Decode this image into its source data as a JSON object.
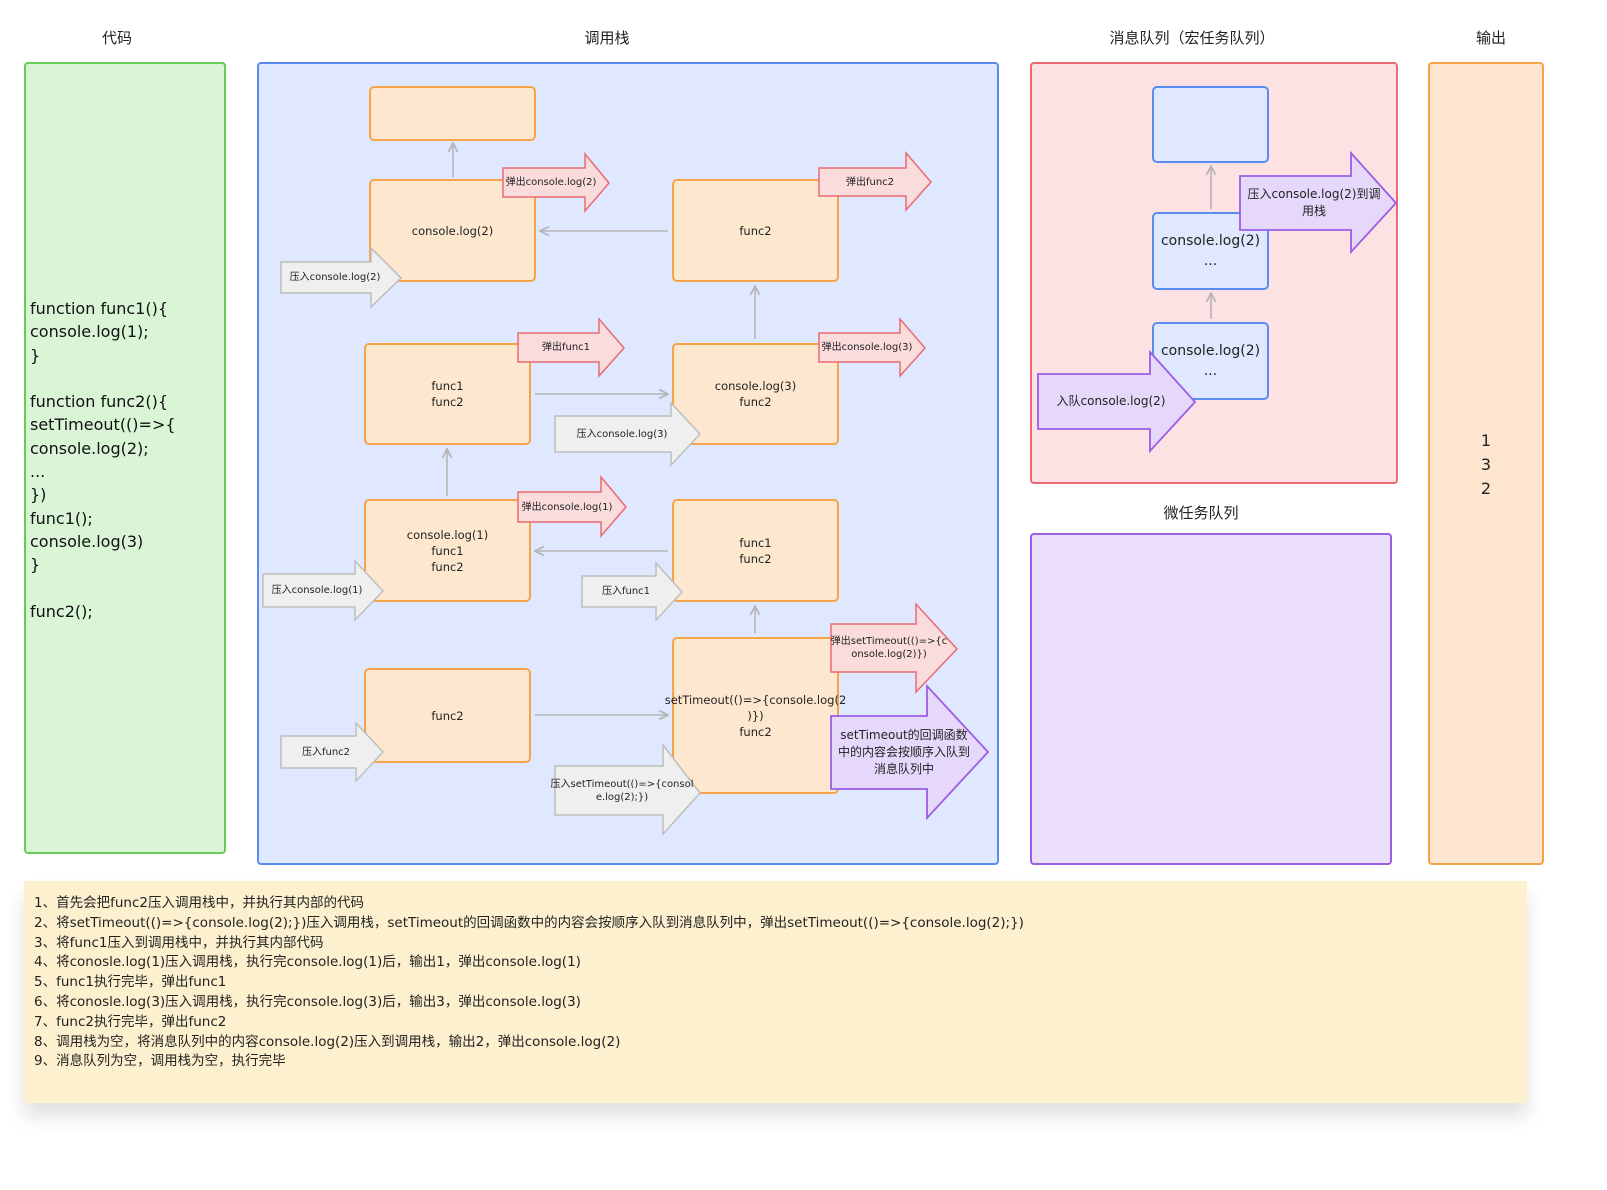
{
  "titles": {
    "code": "代码",
    "stack": "调用栈",
    "macro": "消息队列（宏任务队列）",
    "micro": "微任务队列",
    "output": "输出"
  },
  "code_text": "function func1(){\nconsole.log(1);\n}\n\nfunction func2(){\nsetTimeout(()=>{\nconsole.log(2);\n...\n})\nfunc1();\nconsole.log(3)\n}\n\nfunc2();",
  "output_text": "1\n3\n2",
  "stack": {
    "top_empty": "",
    "log2": "console.log(2)",
    "func2_right": "func2",
    "func1_func2": "func1\nfunc2",
    "log3_func2": "console.log(3)\nfunc2",
    "log1_func1_func2": "console.log(1)\nfunc1\nfunc2",
    "func1_func2_right": "func1\nfunc2",
    "func2_left": "func2",
    "settimeout_func2": "setTimeout(()=>{console.log(2\n)})\nfunc2"
  },
  "arrows": {
    "pop_log2": "弹出console.log(2)",
    "push_log2": "压入console.log(2)",
    "pop_func2": "弹出func2",
    "pop_func1": "弹出func1",
    "pop_log3": "弹出console.log(3)",
    "push_log3": "压入console.log(3)",
    "pop_log1": "弹出console.log(1)",
    "push_log1": "压入console.log(1)",
    "push_func1": "压入func1",
    "pop_settimeout": "弹出setTimeout(()=>{c\nonsole.log(2)})",
    "push_func2": "压入func2",
    "push_settimeout": "压入setTimeout(()=>{consol\ne.log(2);})",
    "enqueue_note": "setTimeout的回调函数\n中的内容会按顺序入队到\n消息队列中",
    "push_to_stack": "压入console.log(2)到调\n用栈",
    "enqueue_log2": "入队console.log(2)"
  },
  "queue": {
    "top_empty": "",
    "mid": "console.log(2)\n...",
    "bottom": "console.log(2)\n..."
  },
  "notes": [
    "1、首先会把func2压入调用栈中，并执行其内部的代码",
    "2、将setTimeout(()=>{console.log(2);})压入调用栈，setTimeout的回调函数中的内容会按顺序入队到消息队列中，弹出setTimeout(()=>{console.log(2);})",
    "3、将func1压入到调用栈中，并执行其内部代码",
    "4、将conosle.log(1)压入调用栈，执行完console.log(1)后，输出1，弹出console.log(1)",
    "5、func1执行完毕，弹出func1",
    "6、将conosle.log(3)压入调用栈，执行完console.log(3)后，输出3，弹出console.log(3)",
    "7、func2执行完毕，弹出func2",
    "8、调用栈为空，将消息队列中的内容console.log(2)压入到调用栈，输出2，弹出console.log(2)",
    "9、消息队列为空，调用栈为空，执行完毕"
  ],
  "colors": {
    "code_bg": "#d9f5d6",
    "stack_bg": "#dfe8ff",
    "macro_bg": "#fde2e4",
    "micro_bg": "#ebdffb",
    "output_bg": "#fde5cf",
    "frame_border": "#f5a44a",
    "pop_arrow": "#e96a72",
    "push_arrow": "#bdbdbd",
    "queue_arrow": "#9b5de5"
  }
}
